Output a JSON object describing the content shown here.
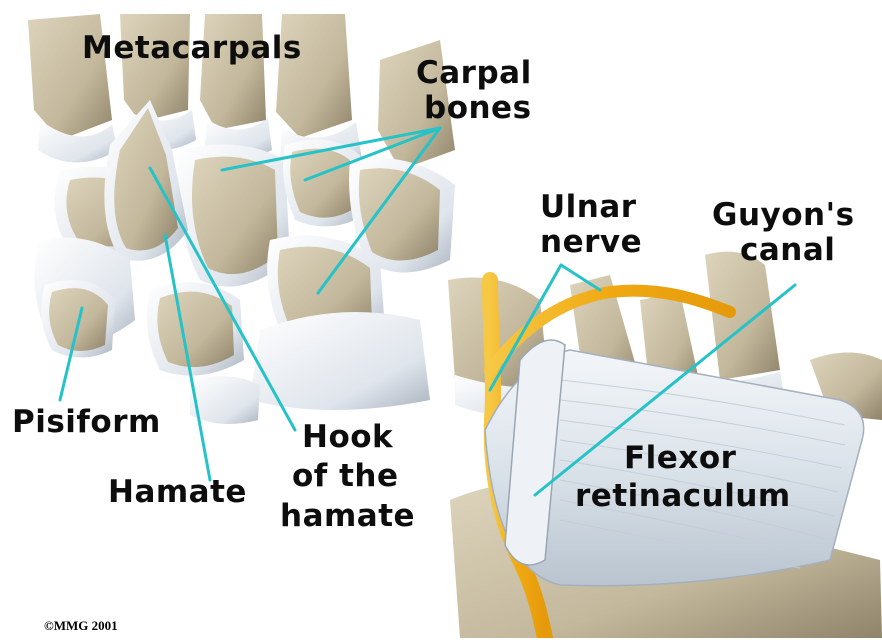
{
  "labels": {
    "metacarpals": "Metacarpals",
    "carpal_1": "Carpal",
    "carpal_2": "bones",
    "ulnar_1": "Ulnar",
    "ulnar_2": "nerve",
    "guyon_1": "Guyon's",
    "guyon_2": "canal",
    "pisiform": "Pisiform",
    "hamate": "Hamate",
    "hook_1": "Hook",
    "hook_2": "of the",
    "hook_3": "hamate",
    "flexor_1": "Flexor",
    "flexor_2": "retinaculum"
  },
  "copyright": "©MMG 2001",
  "colors": {
    "bone": "#c9bfa6",
    "bone_shadow": "#8f8469",
    "cartilage": "#e9eef3",
    "leader_line": "#25c3c8",
    "nerve": "#f5b41f",
    "ligament": "#dfe6ee"
  }
}
